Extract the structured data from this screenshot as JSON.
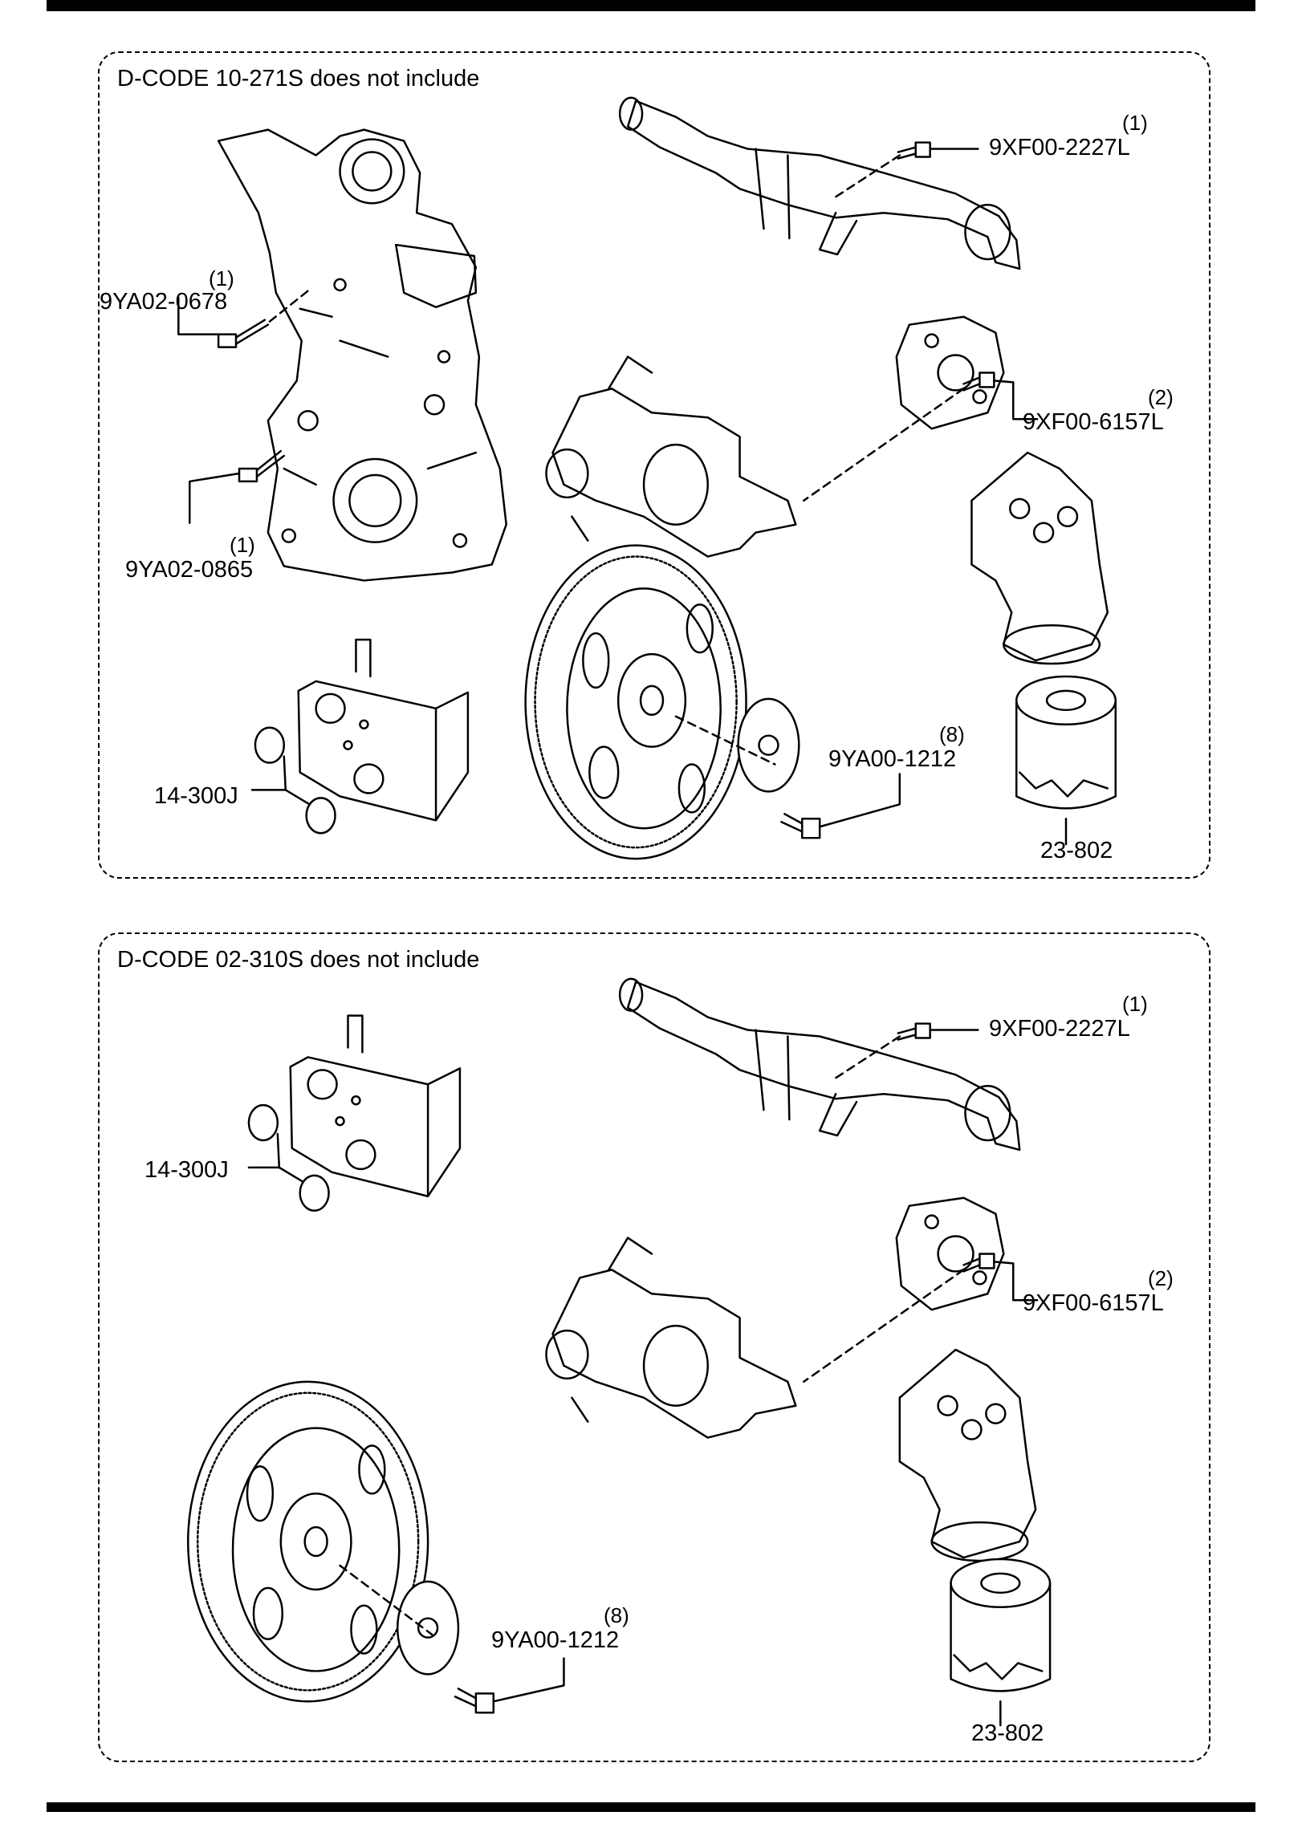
{
  "diagram": {
    "panels": [
      {
        "title": "D-CODE 10-271S does not include",
        "callouts": [
          {
            "part_number": "9XF00-2227L",
            "quantity": "(1)"
          },
          {
            "part_number": "9YA02-0678",
            "quantity": "(1)"
          },
          {
            "part_number": "9XF00-6157L",
            "quantity": "(2)"
          },
          {
            "part_number": "9YA02-0865",
            "quantity": "(1)"
          },
          {
            "part_number": "9YA00-1212",
            "quantity": "(8)"
          },
          {
            "part_number": "14-300J",
            "quantity": ""
          },
          {
            "part_number": "23-802",
            "quantity": ""
          }
        ]
      },
      {
        "title": "D-CODE 02-310S does not include",
        "callouts": [
          {
            "part_number": "9XF00-2227L",
            "quantity": "(1)"
          },
          {
            "part_number": "14-300J",
            "quantity": ""
          },
          {
            "part_number": "9XF00-6157L",
            "quantity": "(2)"
          },
          {
            "part_number": "9YA00-1212",
            "quantity": "(8)"
          },
          {
            "part_number": "23-802",
            "quantity": ""
          }
        ]
      }
    ]
  }
}
